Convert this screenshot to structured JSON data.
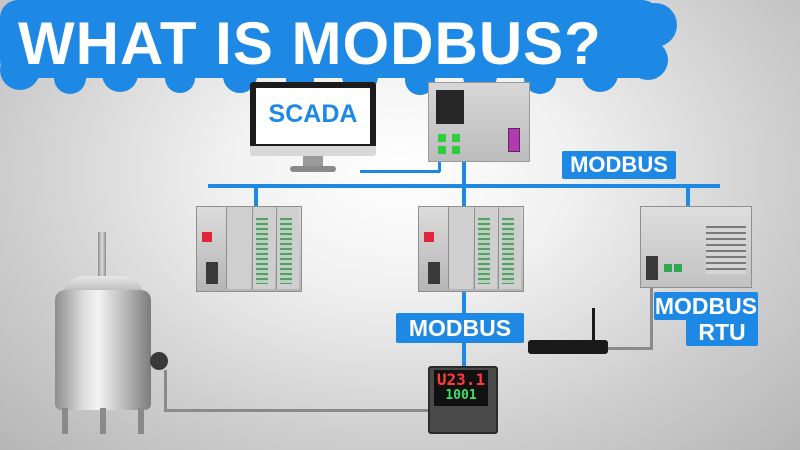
{
  "title": "WHAT IS MODBUS?",
  "labels": {
    "scada": "SCADA",
    "modbus_top": "MODBUS",
    "modbus_mid": "MODBUS",
    "modbus_rtu_line1": "MODBUS",
    "modbus_rtu_line2": "RTU"
  },
  "controller_display": {
    "top_value": "U23.1",
    "bottom_value": "1001"
  },
  "colors": {
    "accent_blue": "#1e88e5",
    "title_text": "#ffffff",
    "label_text": "#ffffff"
  },
  "icons": [
    "monitor-icon",
    "plc-icon",
    "io-module-icon",
    "rtu-device-icon",
    "router-icon",
    "temperature-controller-icon",
    "tank-icon"
  ]
}
